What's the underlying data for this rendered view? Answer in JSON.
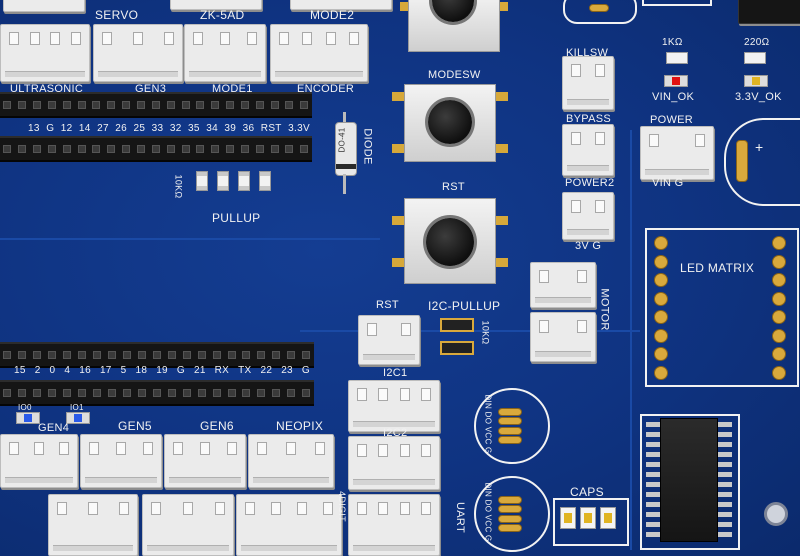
{
  "board": {
    "labels": {
      "servo": "SERVO",
      "zk5ad": "ZK-5AD",
      "mode2": "MODE2",
      "ultrasonic": "ULTRASONIC",
      "gen3": "GEN3",
      "mode1": "MODE1",
      "encoder": "ENCODER",
      "modesw": "MODESW",
      "killsw": "KILLSW",
      "bypass": "BYPASS",
      "power": "POWER",
      "vin_g": "VIN G",
      "power2": "POWER2",
      "v3g": "3V G",
      "rst_btn": "RST",
      "rst_conn": "RST",
      "i2c_pullup": "I2C-PULLUP",
      "motor": "MOTOR",
      "diode": "DIODE",
      "diode_part": "DO-41",
      "pullup": "PULLUP",
      "res_10k_a": "10KΩ",
      "res_10k_b": "10KΩ",
      "res_1k": "1KΩ",
      "res_220": "220Ω",
      "vin_ok": "VIN_OK",
      "v33_ok": "3.3V_OK",
      "led_matrix": "LED MATRIX",
      "i2c1": "I2C1",
      "i2c2": "I2C2",
      "gen4": "GEN4",
      "gen5": "GEN5",
      "gen6": "GEN6",
      "neopix": "NEOPIX",
      "digit4": "4DIGIT",
      "uart": "UART",
      "caps": "CAPS",
      "led_io0": "IO0",
      "led_io1": "IO1",
      "din_dout_a": "DIN DO VCC G",
      "din_dout_b": "DIN DO VCC G",
      "plus_a": "+",
      "plus_b": "+"
    },
    "top_pin_labels": [
      "13",
      "G",
      "12",
      "14",
      "27",
      "26",
      "25",
      "33",
      "32",
      "35",
      "34",
      "39",
      "36",
      "RST",
      "3.3V"
    ],
    "bottom_pin_labels": [
      "15",
      "2",
      "0",
      "4",
      "16",
      "17",
      "5",
      "18",
      "19",
      "G",
      "21",
      "RX",
      "TX",
      "22",
      "23",
      "G"
    ]
  },
  "colors": {
    "pcb": "#0f3381",
    "silkscreen": "#f2f2f2",
    "connector": "#ebebeb",
    "header": "#151515",
    "gold": "#d9a93c",
    "led_red": "#e01010",
    "led_blue": "#2a5ae8",
    "cap_yellow": "#e0b422"
  }
}
